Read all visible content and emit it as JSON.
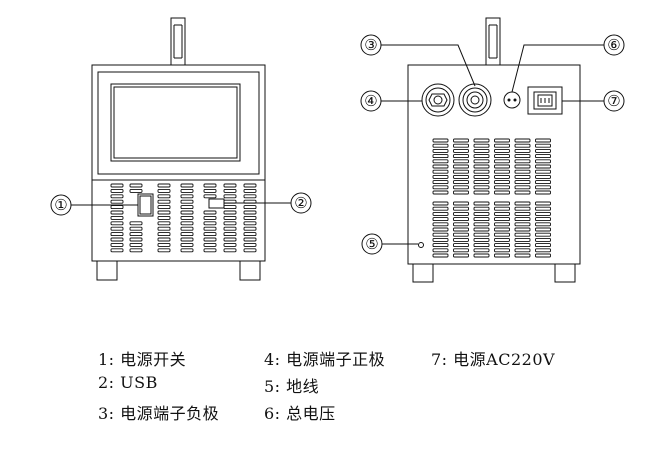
{
  "callouts": [
    "①",
    "②",
    "③",
    "④",
    "⑤",
    "⑥",
    "⑦"
  ],
  "legend": [
    {
      "num": "1:",
      "text": "电源开关"
    },
    {
      "num": "2:",
      "text": "USB"
    },
    {
      "num": "3:",
      "text": "电源端子负极"
    },
    {
      "num": "4:",
      "text": "电源端子正极"
    },
    {
      "num": "5:",
      "text": "地线"
    },
    {
      "num": "6:",
      "text": "总电压"
    },
    {
      "num": "7:",
      "text": "电源AC220V"
    }
  ]
}
